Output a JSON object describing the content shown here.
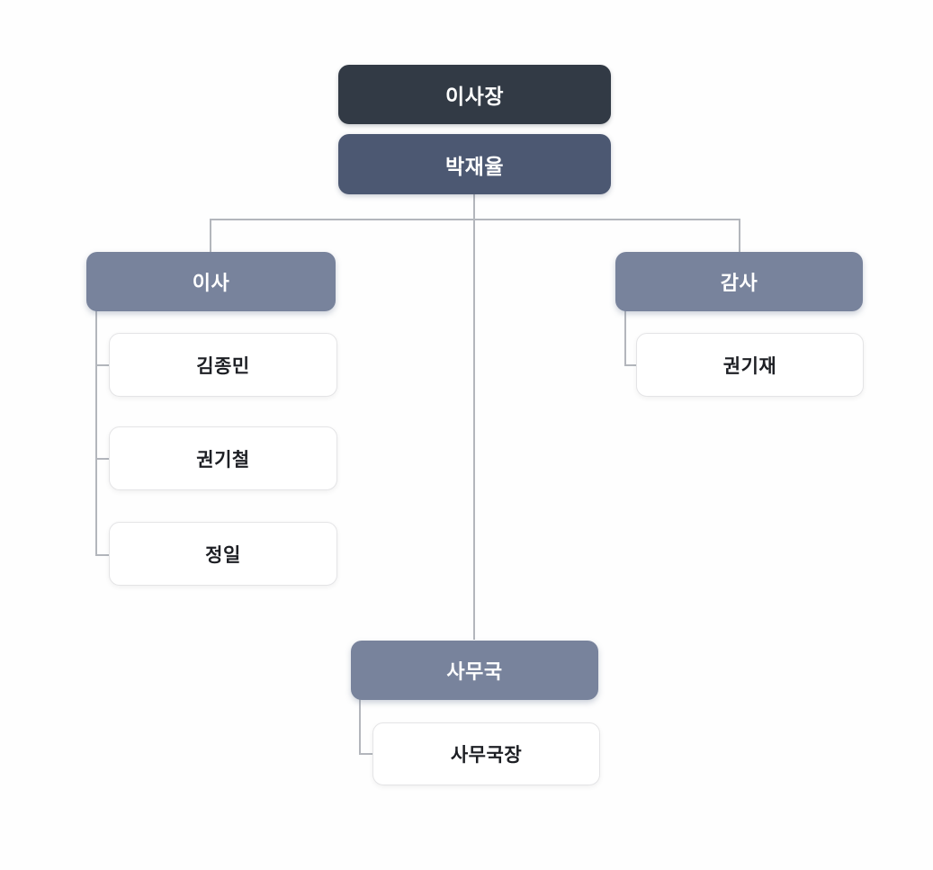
{
  "chart_data": {
    "type": "diagram",
    "diagram_kind": "organizational-chart",
    "orientation": "top-down",
    "colors": {
      "background": "#fefefe",
      "top_role_box": "#323a45",
      "top_person_box": "#4c5872",
      "unit_box": "#78839c",
      "member_box_fill": "#ffffff",
      "member_box_border": "#e4e4e6",
      "connector_line": "#b3b6bc",
      "light_text": "#ffffff",
      "dark_text": "#1d1f24"
    },
    "nodes": [
      {
        "id": "chairman_role",
        "label": "이사장",
        "level": 0,
        "style": "role-top"
      },
      {
        "id": "chairman_person",
        "label": "박재율",
        "level": 0,
        "style": "role-person-top",
        "parent": "chairman_role"
      },
      {
        "id": "director_unit",
        "label": "이사",
        "level": 1,
        "style": "role-unit",
        "parent": "chairman_person"
      },
      {
        "id": "auditor_unit",
        "label": "감사",
        "level": 1,
        "style": "role-unit",
        "parent": "chairman_person"
      },
      {
        "id": "office_unit",
        "label": "사무국",
        "level": 1,
        "style": "role-unit",
        "parent": "chairman_person"
      },
      {
        "id": "director_m1",
        "label": "김종민",
        "level": 2,
        "style": "role-member",
        "parent": "director_unit"
      },
      {
        "id": "director_m2",
        "label": "권기철",
        "level": 2,
        "style": "role-member",
        "parent": "director_unit"
      },
      {
        "id": "director_m3",
        "label": "정일",
        "level": 2,
        "style": "role-member",
        "parent": "director_unit"
      },
      {
        "id": "auditor_m1",
        "label": "권기재",
        "level": 2,
        "style": "role-member",
        "parent": "auditor_unit"
      },
      {
        "id": "office_m1",
        "label": "사무국장",
        "level": 2,
        "style": "role-member",
        "parent": "office_unit"
      }
    ]
  },
  "chart": {
    "root": {
      "role_label": "이사장",
      "person_label": "박재율"
    },
    "branches": {
      "director": {
        "unit_label": "이사",
        "members": [
          {
            "label": "김종민"
          },
          {
            "label": "권기철"
          },
          {
            "label": "정일"
          }
        ]
      },
      "auditor": {
        "unit_label": "감사",
        "members": [
          {
            "label": "권기재"
          }
        ]
      },
      "office": {
        "unit_label": "사무국",
        "members": [
          {
            "label": "사무국장"
          }
        ]
      }
    }
  }
}
